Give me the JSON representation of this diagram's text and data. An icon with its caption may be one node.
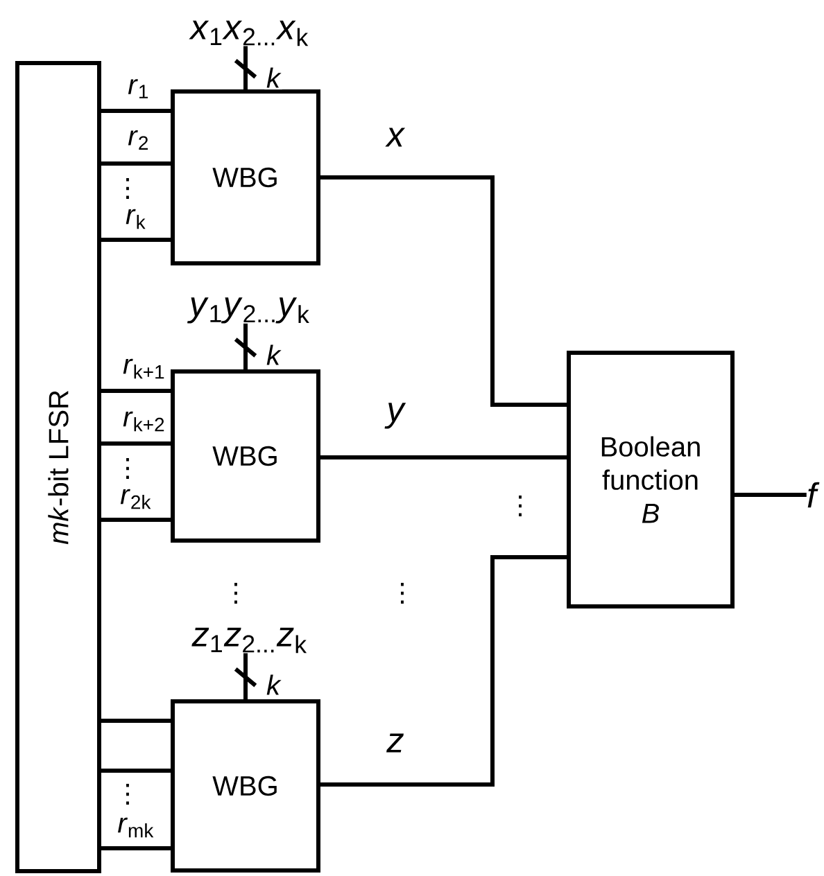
{
  "diagram": {
    "nodes": [
      {
        "text": [
          "*mk*-bit LFSR"
        ]
      },
      {
        "text": [
          "WBG"
        ]
      },
      {
        "text": [
          "WBG"
        ]
      },
      {
        "text": [
          "WBG"
        ]
      },
      {
        "text": [
          "Boolean function *B*"
        ]
      },
      {
        "text": [
          "f"
        ]
      },
      {
        "text": [
          "*x*$_{1}$*x*$_{2...}$*x*$_{k}$"
        ]
      },
      {
        "text": [
          "*y*$_{1}$*y*$_{2...}$*y*$_{k}$"
        ]
      },
      {
        "text": [
          "*z*$_{1}$*z*$_{2...}$*z*$_{k}$"
        ]
      }
    ],
    "edges": [
      {
        "from": 0,
        "to": 1,
        "arrow": "none",
        "label": "*r*$_{1}$"
      },
      {
        "from": 0,
        "to": 1,
        "arrow": "none",
        "label": "*r*$_{2}$"
      },
      {
        "from": 0,
        "to": 1,
        "arrow": "none",
        "label": "*r*$_{k}$"
      },
      {
        "from": 0,
        "to": 2,
        "arrow": "none",
        "label": "*r*$_{k+1}$"
      },
      {
        "from": 0,
        "to": 2,
        "arrow": "none",
        "label": "*r*$_{k+2}$"
      },
      {
        "from": 0,
        "to": 2,
        "arrow": "none",
        "label": "*r*$_{2k}$"
      },
      {
        "from": 0,
        "to": 3,
        "arrow": "none"
      },
      {
        "from": 0,
        "to": 3,
        "arrow": "none"
      },
      {
        "from": 0,
        "to": 3,
        "arrow": "none",
        "label": "*r*$_{mk}$"
      },
      {
        "from": 6,
        "to": 1,
        "arrow": "none",
        "label": "k"
      },
      {
        "from": 7,
        "to": 2,
        "arrow": "none",
        "label": "k"
      },
      {
        "from": 8,
        "to": 3,
        "arrow": "none",
        "label": "k"
      },
      {
        "from": 1,
        "to": 4,
        "arrow": "none",
        "label": "x"
      },
      {
        "from": 2,
        "to": 4,
        "arrow": "none",
        "label": "y"
      },
      {
        "from": 3,
        "to": 4,
        "arrow": "none",
        "label": "z"
      },
      {
        "from": 4,
        "to": 5,
        "arrow": "none"
      }
    ],
    "labels": [
      "⋮",
      "⋮",
      "⋮",
      "⋮",
      "⋮",
      "⋮"
    ]
  }
}
